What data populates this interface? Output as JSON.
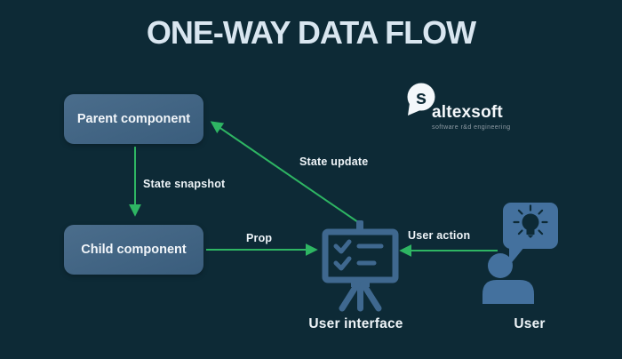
{
  "title": "ONE-WAY DATA FLOW",
  "colors": {
    "background": "#0d2a36",
    "box": "#3d6283",
    "icon_board": "#3f688f",
    "icon_user": "#44719e",
    "arrow": "#2eb563",
    "title_text": "#d9e6f0",
    "label_text": "#eef4f8",
    "logo_tagline": "#909ca5"
  },
  "nodes": {
    "parent": {
      "label": "Parent component"
    },
    "child": {
      "label": "Child component"
    },
    "user_interface": {
      "label": "User interface",
      "icon": "presentation-board-checklist-icon"
    },
    "user": {
      "label": "User",
      "icon": "person-with-idea-bubble-icon"
    }
  },
  "arrows": {
    "state_snapshot": {
      "label": "State snapshot",
      "from": "parent",
      "to": "child",
      "direction": "down"
    },
    "state_update": {
      "label": "State update",
      "from": "user_interface",
      "to": "parent",
      "direction": "up-left"
    },
    "prop": {
      "label": "Prop",
      "from": "child",
      "to": "user_interface",
      "direction": "right"
    },
    "user_action": {
      "label": "User action",
      "from": "user",
      "to": "user_interface",
      "direction": "left"
    }
  },
  "logo": {
    "name": "altexsoft",
    "tagline": "software r&d engineering",
    "mark": "s"
  }
}
